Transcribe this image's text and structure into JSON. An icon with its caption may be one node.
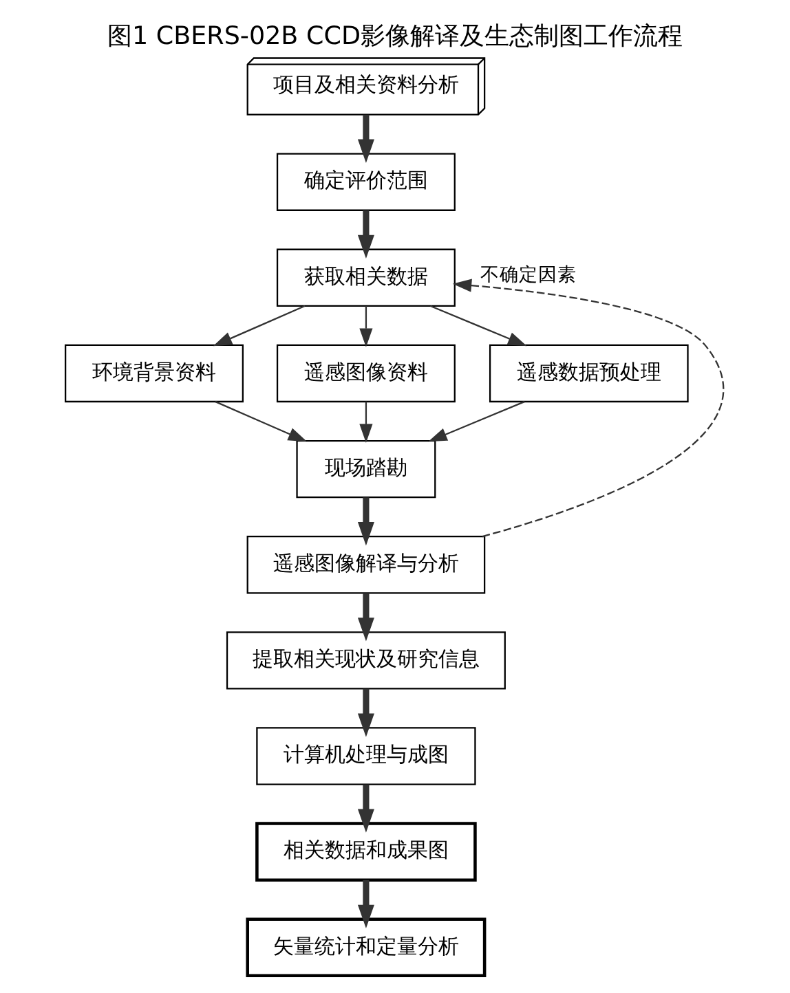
{
  "diagram": {
    "title": "图1 CBERS-02B CCD影像解译及生态制图工作流程",
    "nodes": [
      {
        "text": [
          "项目及相关资料分析"
        ]
      },
      {
        "text": [
          "确定评价范围"
        ]
      },
      {
        "text": [
          "获取相关数据"
        ]
      },
      {
        "text": [
          "环境背景资料"
        ]
      },
      {
        "text": [
          "遥感图像资料"
        ]
      },
      {
        "text": [
          "遥感数据预处理"
        ]
      },
      {
        "text": [
          "现场踏勘"
        ]
      },
      {
        "text": [
          "遥感图像解译与分析"
        ]
      },
      {
        "text": [
          "提取相关现状及研究信息"
        ]
      },
      {
        "text": [
          "计算机处理与成图"
        ]
      },
      {
        "text": [
          "相关数据和成果图"
        ]
      },
      {
        "text": [
          "矢量统计和定量分析"
        ]
      }
    ],
    "edges": [
      {
        "from": 0,
        "to": 1,
        "arrow": "to",
        "style": "thick"
      },
      {
        "from": 1,
        "to": 2,
        "arrow": "to",
        "style": "thick"
      },
      {
        "from": 2,
        "to": 3,
        "arrow": "to"
      },
      {
        "from": 2,
        "to": 4,
        "arrow": "to"
      },
      {
        "from": 2,
        "to": 5,
        "arrow": "to"
      },
      {
        "from": 3,
        "to": 6,
        "arrow": "to"
      },
      {
        "from": 4,
        "to": 6,
        "arrow": "to"
      },
      {
        "from": 5,
        "to": 6,
        "arrow": "to"
      },
      {
        "from": 6,
        "to": 7,
        "arrow": "to",
        "style": "thick"
      },
      {
        "from": 7,
        "to": 8,
        "arrow": "to",
        "style": "thick"
      },
      {
        "from": 8,
        "to": 9,
        "arrow": "to",
        "style": "thick"
      },
      {
        "from": 9,
        "to": 10,
        "arrow": "to",
        "style": "thick"
      },
      {
        "from": 10,
        "to": 11,
        "arrow": "to",
        "style": "thick"
      },
      {
        "from": 7,
        "to": 2,
        "arrow": "to",
        "style": "dashed",
        "label": "不确定因素"
      }
    ]
  }
}
